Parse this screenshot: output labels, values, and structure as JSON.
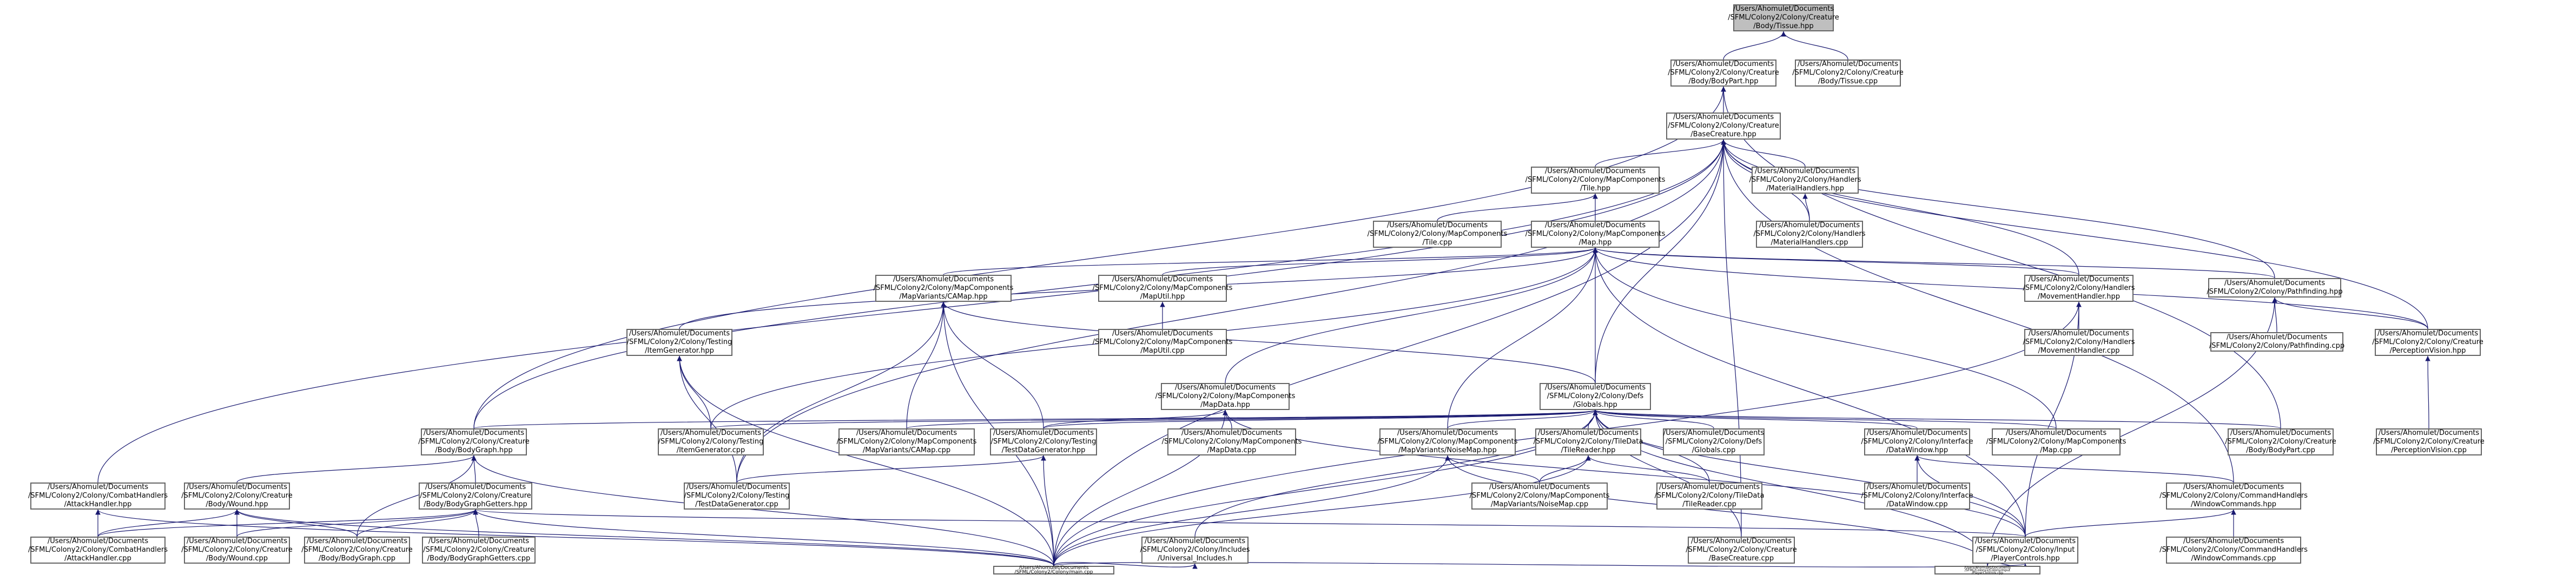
{
  "colors": {
    "edge": "#191970",
    "node_border": "#666666",
    "root_fill": "#bfbfbf",
    "node_fill": "#ffffff",
    "background": "#ffffff"
  },
  "nodes": {
    "tissue_hpp": {
      "lines": [
        "/Users/Ahomulet/Documents",
        "/SFML/Colony2/Colony/Creature",
        "/Body/Tissue.hpp"
      ]
    },
    "bodypart_hpp": {
      "lines": [
        "/Users/Ahomulet/Documents",
        "/SFML/Colony2/Colony/Creature",
        "/Body/BodyPart.hpp"
      ]
    },
    "tissue_cpp": {
      "lines": [
        "/Users/Ahomulet/Documents",
        "/SFML/Colony2/Colony/Creature",
        "/Body/Tissue.cpp"
      ]
    },
    "basecreature_hpp": {
      "lines": [
        "/Users/Ahomulet/Documents",
        "/SFML/Colony2/Colony/Creature",
        "/BaseCreature.hpp"
      ]
    },
    "tile_hpp": {
      "lines": [
        "/Users/Ahomulet/Documents",
        "/SFML/Colony2/Colony/MapComponents",
        "/Tile.hpp"
      ]
    },
    "materialhandlers_hpp": {
      "lines": [
        "/Users/Ahomulet/Documents",
        "/SFML/Colony2/Colony/Handlers",
        "/MaterialHandlers.hpp"
      ]
    },
    "tile_cpp": {
      "lines": [
        "/Users/Ahomulet/Documents",
        "/SFML/Colony2/Colony/MapComponents",
        "/Tile.cpp"
      ]
    },
    "map_hpp": {
      "lines": [
        "/Users/Ahomulet/Documents",
        "/SFML/Colony2/Colony/MapComponents",
        "/Map.hpp"
      ]
    },
    "materialhandlers_cpp": {
      "lines": [
        "/Users/Ahomulet/Documents",
        "/SFML/Colony2/Colony/Handlers",
        "/MaterialHandlers.cpp"
      ]
    },
    "camap_hpp": {
      "lines": [
        "/Users/Ahomulet/Documents",
        "/SFML/Colony2/Colony/MapComponents",
        "/MapVariants/CAMap.hpp"
      ]
    },
    "maputil_hpp": {
      "lines": [
        "/Users/Ahomulet/Documents",
        "/SFML/Colony2/Colony/MapComponents",
        "/MapUtil.hpp"
      ]
    },
    "movementhandler_hpp": {
      "lines": [
        "/Users/Ahomulet/Documents",
        "/SFML/Colony2/Colony/Handlers",
        "/MovementHandler.hpp"
      ]
    },
    "pathfinding_hpp": {
      "lines": [
        "/Users/Ahomulet/Documents",
        "/SFML/Colony2/Colony/Pathfinding.hpp"
      ]
    },
    "itemgenerator_hpp": {
      "lines": [
        "/Users/Ahomulet/Documents",
        "/SFML/Colony2/Colony/Testing",
        "/ItemGenerator.hpp"
      ]
    },
    "maputil_cpp": {
      "lines": [
        "/Users/Ahomulet/Documents",
        "/SFML/Colony2/Colony/MapComponents",
        "/MapUtil.cpp"
      ]
    },
    "mapdata_hpp": {
      "lines": [
        "/Users/Ahomulet/Documents",
        "/SFML/Colony2/Colony/MapComponents",
        "/MapData.hpp"
      ]
    },
    "globals_hpp": {
      "lines": [
        "/Users/Ahomulet/Documents",
        "/SFML/Colony2/Colony/Defs",
        "/Globals.hpp"
      ]
    },
    "movementhandler_cpp": {
      "lines": [
        "/Users/Ahomulet/Documents",
        "/SFML/Colony2/Colony/Handlers",
        "/MovementHandler.cpp"
      ]
    },
    "pathfinding_cpp": {
      "lines": [
        "/Users/Ahomulet/Documents",
        "/SFML/Colony2/Colony/Pathfinding.cpp"
      ]
    },
    "perceptionvision_hpp": {
      "lines": [
        "/Users/Ahomulet/Documents",
        "/SFML/Colony2/Colony/Creature",
        "/PerceptionVision.hpp"
      ]
    },
    "bodygraph_hpp": {
      "lines": [
        "/Users/Ahomulet/Documents",
        "/SFML/Colony2/Colony/Creature",
        "/Body/BodyGraph.hpp"
      ]
    },
    "itemgenerator_cpp": {
      "lines": [
        "/Users/Ahomulet/Documents",
        "/SFML/Colony2/Colony/Testing",
        "/ItemGenerator.cpp"
      ]
    },
    "camap_cpp": {
      "lines": [
        "/Users/Ahomulet/Documents",
        "/SFML/Colony2/Colony/MapComponents",
        "/MapVariants/CAMap.cpp"
      ]
    },
    "testdatagenerator_hpp": {
      "lines": [
        "/Users/Ahomulet/Documents",
        "/SFML/Colony2/Colony/Testing",
        "/TestDataGenerator.hpp"
      ]
    },
    "mapdata_cpp": {
      "lines": [
        "/Users/Ahomulet/Documents",
        "/SFML/Colony2/Colony/MapComponents",
        "/MapData.cpp"
      ]
    },
    "noisemap_hpp": {
      "lines": [
        "/Users/Ahomulet/Documents",
        "/SFML/Colony2/Colony/MapComponents",
        "/MapVariants/NoiseMap.hpp"
      ]
    },
    "tilereader_hpp": {
      "lines": [
        "/Users/Ahomulet/Documents",
        "/SFML/Colony2/Colony/TileData",
        "/TileReader.hpp"
      ]
    },
    "globals_cpp": {
      "lines": [
        "/Users/Ahomulet/Documents",
        "/SFML/Colony2/Colony/Defs",
        "/Globals.cpp"
      ]
    },
    "datawindow_hpp": {
      "lines": [
        "/Users/Ahomulet/Documents",
        "/SFML/Colony2/Colony/Interface",
        "/DataWindow.hpp"
      ]
    },
    "map_cpp": {
      "lines": [
        "/Users/Ahomulet/Documents",
        "/SFML/Colony2/Colony/MapComponents",
        "/Map.cpp"
      ]
    },
    "bodypart_cpp": {
      "lines": [
        "/Users/Ahomulet/Documents",
        "/SFML/Colony2/Colony/Creature",
        "/Body/BodyPart.cpp"
      ]
    },
    "perceptionvision_cpp": {
      "lines": [
        "/Users/Ahomulet/Documents",
        "/SFML/Colony2/Colony/Creature",
        "/PerceptionVision.cpp"
      ]
    },
    "attackhandler_hpp": {
      "lines": [
        "/Users/Ahomulet/Documents",
        "/SFML/Colony2/Colony/CombatHandlers",
        "/AttackHandler.hpp"
      ]
    },
    "wound_hpp": {
      "lines": [
        "/Users/Ahomulet/Documents",
        "/SFML/Colony2/Colony/Creature",
        "/Body/Wound.hpp"
      ]
    },
    "bodygraphgetters_hpp": {
      "lines": [
        "/Users/Ahomulet/Documents",
        "/SFML/Colony2/Colony/Creature",
        "/Body/BodyGraphGetters.hpp"
      ]
    },
    "testdatagenerator_cpp": {
      "lines": [
        "/Users/Ahomulet/Documents",
        "/SFML/Colony2/Colony/Testing",
        "/TestDataGenerator.cpp"
      ]
    },
    "noisemap_cpp": {
      "lines": [
        "/Users/Ahomulet/Documents",
        "/SFML/Colony2/Colony/MapComponents",
        "/MapVariants/NoiseMap.cpp"
      ]
    },
    "tilereader_cpp": {
      "lines": [
        "/Users/Ahomulet/Documents",
        "/SFML/Colony2/Colony/TileData",
        "/TileReader.cpp"
      ]
    },
    "datawindow_cpp": {
      "lines": [
        "/Users/Ahomulet/Documents",
        "/SFML/Colony2/Colony/Interface",
        "/DataWindow.cpp"
      ]
    },
    "windowcommands_hpp": {
      "lines": [
        "/Users/Ahomulet/Documents",
        "/SFML/Colony2/Colony/CommandHandlers",
        "/WindowCommands.hpp"
      ]
    },
    "attackhandler_cpp": {
      "lines": [
        "/Users/Ahomulet/Documents",
        "/SFML/Colony2/Colony/CombatHandlers",
        "/AttackHandler.cpp"
      ]
    },
    "wound_cpp": {
      "lines": [
        "/Users/Ahomulet/Documents",
        "/SFML/Colony2/Colony/Creature",
        "/Body/Wound.cpp"
      ]
    },
    "bodygraph_cpp": {
      "lines": [
        "/Users/Ahomulet/Documents",
        "/SFML/Colony2/Colony/Creature",
        "/Body/BodyGraph.cpp"
      ]
    },
    "bodygraphgetters_cpp": {
      "lines": [
        "/Users/Ahomulet/Documents",
        "/SFML/Colony2/Colony/Creature",
        "/Body/BodyGraphGetters.cpp"
      ]
    },
    "universal_includes_h": {
      "lines": [
        "/Users/Ahomulet/Documents",
        "/SFML/Colony2/Colony/Includes",
        "/Universal_Includes.h"
      ]
    },
    "basecreature_cpp": {
      "lines": [
        "/Users/Ahomulet/Documents",
        "/SFML/Colony2/Colony/Creature",
        "/BaseCreature.cpp"
      ]
    },
    "playercontrols_hpp": {
      "lines": [
        "/Users/Ahomulet/Documents",
        "/SFML/Colony2/Colony/Input",
        "/PlayerControls.hpp"
      ]
    },
    "windowcommands_cpp": {
      "lines": [
        "/Users/Ahomulet/Documents",
        "/SFML/Colony2/Colony/CommandHandlers",
        "/WindowCommands.cpp"
      ]
    },
    "main_cpp": {
      "lines": [
        "/Users/Ahomulet/Documents",
        "/SFML/Colony2/Colony/main.cpp"
      ]
    },
    "playercontrols_cpp": {
      "lines": [
        "/Users/Ahomulet/Documents",
        "/SFML/Colony2/Colony/Input",
        "/PlayerControls.cpp"
      ]
    }
  },
  "edges": [
    [
      "tissue_hpp",
      "bodypart_hpp"
    ],
    [
      "tissue_hpp",
      "tissue_cpp"
    ],
    [
      "bodypart_hpp",
      "basecreature_hpp"
    ],
    [
      "bodypart_hpp",
      "bodypart_cpp"
    ],
    [
      "bodypart_hpp",
      "bodygraph_hpp"
    ],
    [
      "basecreature_hpp",
      "tile_hpp"
    ],
    [
      "basecreature_hpp",
      "materialhandlers_hpp"
    ],
    [
      "basecreature_hpp",
      "materialhandlers_cpp"
    ],
    [
      "basecreature_hpp",
      "movementhandler_hpp"
    ],
    [
      "basecreature_hpp",
      "pathfinding_hpp"
    ],
    [
      "basecreature_hpp",
      "perceptionvision_hpp"
    ],
    [
      "basecreature_hpp",
      "globals_hpp"
    ],
    [
      "basecreature_hpp",
      "bodygraph_hpp"
    ],
    [
      "basecreature_hpp",
      "attackhandler_hpp"
    ],
    [
      "basecreature_hpp",
      "main_cpp"
    ],
    [
      "basecreature_hpp",
      "testdatagenerator_cpp"
    ],
    [
      "basecreature_hpp",
      "basecreature_cpp"
    ],
    [
      "basecreature_hpp",
      "windowcommands_hpp"
    ],
    [
      "tile_hpp",
      "tile_cpp"
    ],
    [
      "tile_hpp",
      "map_hpp"
    ],
    [
      "materialhandlers_hpp",
      "materialhandlers_cpp"
    ],
    [
      "map_hpp",
      "camap_hpp"
    ],
    [
      "map_hpp",
      "maputil_hpp"
    ],
    [
      "map_hpp",
      "mapdata_hpp"
    ],
    [
      "map_hpp",
      "globals_hpp"
    ],
    [
      "map_hpp",
      "movementhandler_hpp"
    ],
    [
      "map_hpp",
      "pathfinding_hpp"
    ],
    [
      "map_hpp",
      "itemgenerator_hpp"
    ],
    [
      "map_hpp",
      "perceptionvision_hpp"
    ],
    [
      "map_hpp",
      "noisemap_hpp"
    ],
    [
      "map_hpp",
      "map_cpp"
    ],
    [
      "map_hpp",
      "itemgenerator_cpp"
    ],
    [
      "map_hpp",
      "playercontrols_hpp"
    ],
    [
      "camap_hpp",
      "camap_cpp"
    ],
    [
      "camap_hpp",
      "testdatagenerator_hpp"
    ],
    [
      "camap_hpp",
      "testdatagenerator_cpp"
    ],
    [
      "camap_hpp",
      "main_cpp"
    ],
    [
      "camap_hpp",
      "globals_hpp"
    ],
    [
      "maputil_hpp",
      "maputil_cpp"
    ],
    [
      "movementhandler_hpp",
      "movementhandler_cpp"
    ],
    [
      "movementhandler_hpp",
      "playercontrols_hpp"
    ],
    [
      "movementhandler_hpp",
      "main_cpp"
    ],
    [
      "pathfinding_hpp",
      "pathfinding_cpp"
    ],
    [
      "pathfinding_hpp",
      "perceptionvision_hpp"
    ],
    [
      "pathfinding_hpp",
      "playercontrols_cpp"
    ],
    [
      "itemgenerator_hpp",
      "itemgenerator_cpp"
    ],
    [
      "itemgenerator_hpp",
      "testdatagenerator_cpp"
    ],
    [
      "itemgenerator_hpp",
      "main_cpp"
    ],
    [
      "mapdata_hpp",
      "mapdata_cpp"
    ],
    [
      "mapdata_hpp",
      "testdatagenerator_hpp"
    ],
    [
      "mapdata_hpp",
      "main_cpp"
    ],
    [
      "mapdata_hpp",
      "playercontrols_hpp"
    ],
    [
      "globals_hpp",
      "bodygraph_hpp"
    ],
    [
      "globals_hpp",
      "itemgenerator_cpp"
    ],
    [
      "globals_hpp",
      "camap_cpp"
    ],
    [
      "globals_hpp",
      "testdatagenerator_hpp"
    ],
    [
      "globals_hpp",
      "noisemap_hpp"
    ],
    [
      "globals_hpp",
      "tilereader_hpp"
    ],
    [
      "globals_hpp",
      "globals_cpp"
    ],
    [
      "globals_hpp",
      "datawindow_hpp"
    ],
    [
      "globals_hpp",
      "map_cpp"
    ],
    [
      "globals_hpp",
      "bodypart_cpp"
    ],
    [
      "globals_hpp",
      "universal_includes_h"
    ],
    [
      "globals_hpp",
      "basecreature_cpp"
    ],
    [
      "globals_hpp",
      "playercontrols_hpp"
    ],
    [
      "globals_hpp",
      "main_cpp"
    ],
    [
      "globals_hpp",
      "tilereader_cpp"
    ],
    [
      "globals_hpp",
      "playercontrols_cpp"
    ],
    [
      "perceptionvision_hpp",
      "perceptionvision_cpp"
    ],
    [
      "bodygraph_hpp",
      "wound_hpp"
    ],
    [
      "bodygraph_hpp",
      "bodygraphgetters_hpp"
    ],
    [
      "bodygraph_hpp",
      "bodygraph_cpp"
    ],
    [
      "bodygraph_hpp",
      "main_cpp"
    ],
    [
      "testdatagenerator_hpp",
      "testdatagenerator_cpp"
    ],
    [
      "testdatagenerator_hpp",
      "main_cpp"
    ],
    [
      "noisemap_hpp",
      "noisemap_cpp"
    ],
    [
      "noisemap_hpp",
      "main_cpp"
    ],
    [
      "noisemap_hpp",
      "playercontrols_cpp"
    ],
    [
      "tilereader_hpp",
      "noisemap_cpp"
    ],
    [
      "tilereader_hpp",
      "tilereader_cpp"
    ],
    [
      "tilereader_hpp",
      "main_cpp"
    ],
    [
      "datawindow_hpp",
      "datawindow_cpp"
    ],
    [
      "datawindow_hpp",
      "playercontrols_hpp"
    ],
    [
      "datawindow_hpp",
      "windowcommands_hpp"
    ],
    [
      "attackhandler_hpp",
      "attackhandler_cpp"
    ],
    [
      "attackhandler_hpp",
      "main_cpp"
    ],
    [
      "wound_hpp",
      "wound_cpp"
    ],
    [
      "wound_hpp",
      "attackhandler_cpp"
    ],
    [
      "wound_hpp",
      "bodygraph_cpp"
    ],
    [
      "wound_hpp",
      "main_cpp"
    ],
    [
      "bodygraphgetters_hpp",
      "attackhandler_cpp"
    ],
    [
      "bodygraphgetters_hpp",
      "wound_cpp"
    ],
    [
      "bodygraphgetters_hpp",
      "bodygraph_cpp"
    ],
    [
      "bodygraphgetters_hpp",
      "bodygraphgetters_cpp"
    ],
    [
      "bodygraphgetters_hpp",
      "main_cpp"
    ],
    [
      "bodygraphgetters_hpp",
      "playercontrols_hpp"
    ],
    [
      "windowcommands_hpp",
      "windowcommands_cpp"
    ],
    [
      "windowcommands_hpp",
      "playercontrols_hpp"
    ],
    [
      "universal_includes_h",
      "main_cpp"
    ],
    [
      "playercontrols_hpp",
      "main_cpp"
    ],
    [
      "playercontrols_hpp",
      "playercontrols_cpp"
    ]
  ]
}
